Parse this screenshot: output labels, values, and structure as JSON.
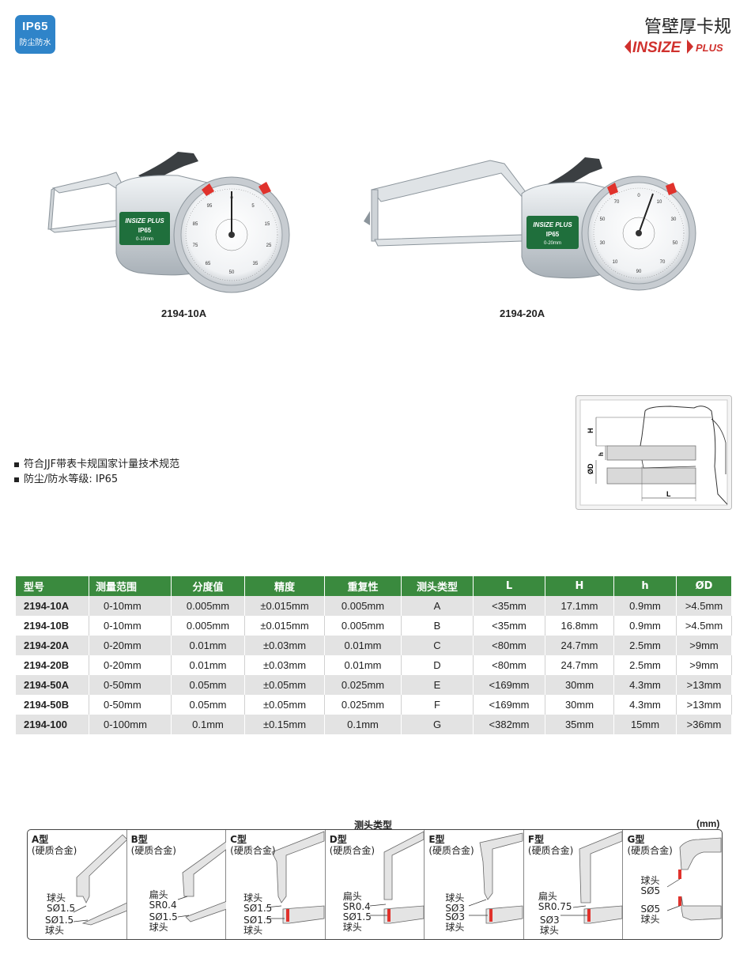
{
  "header": {
    "badge_title": "IP65",
    "badge_sub": "防尘防水",
    "page_title": "管壁厚卡规",
    "brand_logo_text": "INSIZE PLUS"
  },
  "products": [
    {
      "model": "2194-10A",
      "label_brand": "INSIZE PLUS",
      "label_ip": "IP65",
      "label_range": "0-10mm"
    },
    {
      "model": "2194-20A",
      "label_brand": "INSIZE PLUS",
      "label_ip": "IP65",
      "label_range": "0-20mm"
    }
  ],
  "features": [
    "符合JJF带表卡规国家计量技术规范",
    "防尘/防水等级: IP65"
  ],
  "diagram": {
    "h_label": "H",
    "hh_label": "h",
    "d_label": "ØD",
    "l_label": "L"
  },
  "table": {
    "headers": [
      "型号",
      "测量范围",
      "分度值",
      "精度",
      "重复性",
      "测头类型",
      "L",
      "H",
      "h",
      "ØD"
    ],
    "rows": [
      [
        "2194-10A",
        "0-10mm",
        "0.005mm",
        "±0.015mm",
        "0.005mm",
        "A",
        "<35mm",
        "17.1mm",
        "0.9mm",
        ">4.5mm"
      ],
      [
        "2194-10B",
        "0-10mm",
        "0.005mm",
        "±0.015mm",
        "0.005mm",
        "B",
        "<35mm",
        "16.8mm",
        "0.9mm",
        ">4.5mm"
      ],
      [
        "2194-20A",
        "0-20mm",
        "0.01mm",
        "±0.03mm",
        "0.01mm",
        "C",
        "<80mm",
        "24.7mm",
        "2.5mm",
        ">9mm"
      ],
      [
        "2194-20B",
        "0-20mm",
        "0.01mm",
        "±0.03mm",
        "0.01mm",
        "D",
        "<80mm",
        "24.7mm",
        "2.5mm",
        ">9mm"
      ],
      [
        "2194-50A",
        "0-50mm",
        "0.05mm",
        "±0.05mm",
        "0.025mm",
        "E",
        "<169mm",
        "30mm",
        "4.3mm",
        ">13mm"
      ],
      [
        "2194-50B",
        "0-50mm",
        "0.05mm",
        "±0.05mm",
        "0.025mm",
        "F",
        "<169mm",
        "30mm",
        "4.3mm",
        ">13mm"
      ],
      [
        "2194-100",
        "0-100mm",
        "0.1mm",
        "±0.15mm",
        "0.1mm",
        "G",
        "<382mm",
        "35mm",
        "15mm",
        ">36mm"
      ]
    ]
  },
  "tips": {
    "title": "测头类型",
    "unit": "(mm)",
    "panels": [
      {
        "type": "A型",
        "material": "(硬质合金)",
        "top": [
          "球头",
          "SØ1.5"
        ],
        "bottom": [
          "SØ1.5",
          "球头"
        ]
      },
      {
        "type": "B型",
        "material": "(硬质合金)",
        "top": [
          "扁头",
          "SR0.4"
        ],
        "bottom": [
          "SØ1.5",
          "球头"
        ]
      },
      {
        "type": "C型",
        "material": "(硬质合金)",
        "top": [
          "球头",
          "SØ1.5"
        ],
        "bottom": [
          "SØ1.5",
          "球头"
        ]
      },
      {
        "type": "D型",
        "material": "(硬质合金)",
        "top": [
          "扁头",
          "SR0.4"
        ],
        "bottom": [
          "SØ1.5",
          "球头"
        ]
      },
      {
        "type": "E型",
        "material": "(硬质合金)",
        "top": [
          "球头",
          "SØ3"
        ],
        "bottom": [
          "SØ3",
          "球头"
        ]
      },
      {
        "type": "F型",
        "material": "(硬质合金)",
        "top": [
          "扁头",
          "SR0.75"
        ],
        "bottom": [
          "SØ3",
          "球头"
        ]
      },
      {
        "type": "G型",
        "material": "(硬质合金)",
        "top": [
          "球头",
          "SØ5"
        ],
        "bottom": [
          "SØ5",
          "球头"
        ]
      }
    ]
  },
  "colors": {
    "table_header": "#3a8a3e",
    "badge": "#2f84c9",
    "brand_red": "#d0312d",
    "label_green": "#1f6f3c"
  }
}
